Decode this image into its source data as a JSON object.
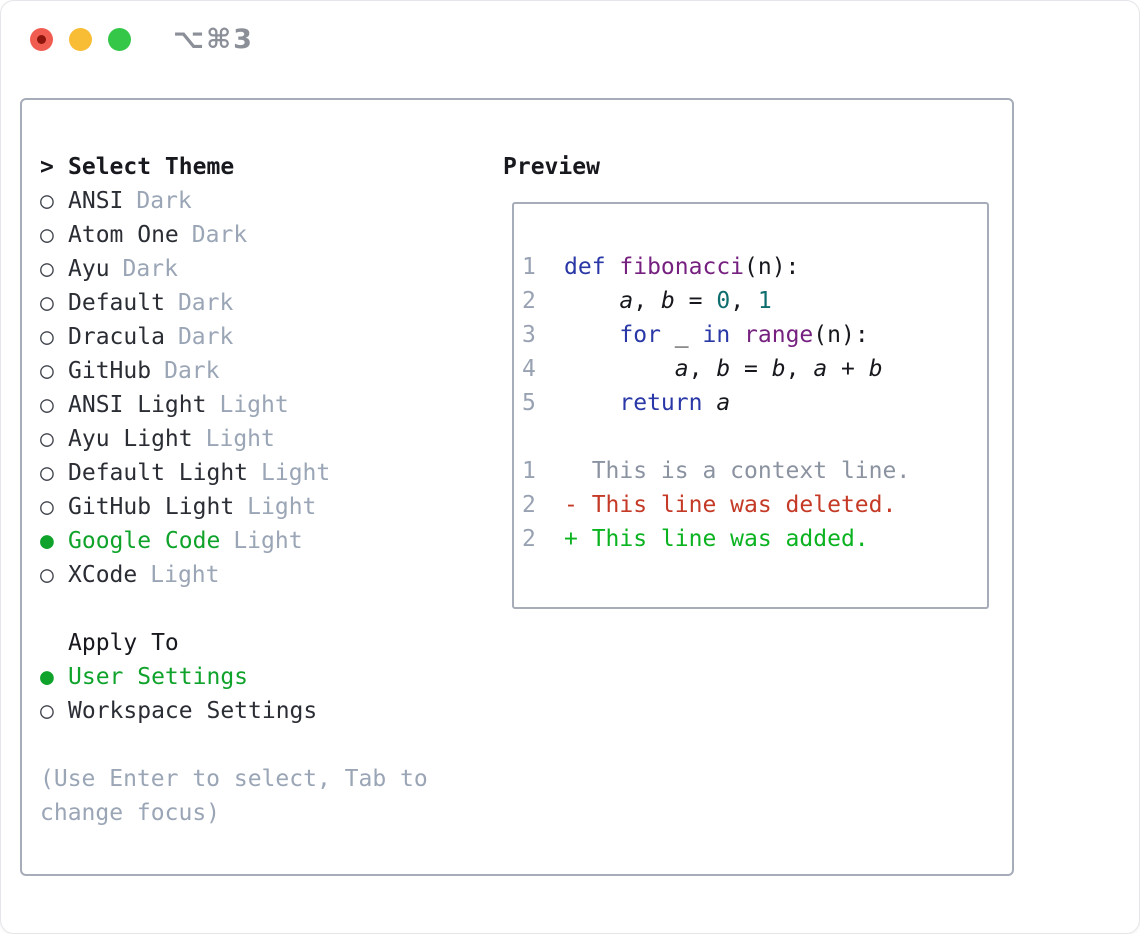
{
  "window": {
    "title": "⌥⌘3",
    "traffic_lights": {
      "close": "close",
      "minimize": "minimize",
      "zoom": "zoom"
    }
  },
  "colors": {
    "accent_green": "#0fa32b",
    "diff_green": "#0bb321",
    "diff_red": "#c43a26",
    "kw": "#2938a6",
    "fn": "#76217f",
    "lit": "#0e6e6e",
    "plain": "#16181d",
    "num": "#98a2b3",
    "ctx": "#8b93a1",
    "muted": "#9aa5b6",
    "dark": "#2a2d34",
    "header": "#17191e",
    "border": "#a6acb8",
    "title_gray": "#8b8f98",
    "tl_red": "#f15c50",
    "tl_red_dot": "#8e150c",
    "tl_yellow": "#f8bc35",
    "tl_green": "#35c748"
  },
  "theme_picker": {
    "prompt": ">",
    "title": "Select Theme",
    "themes": [
      {
        "bullet": "○",
        "label": "ANSI",
        "variant": "Dark",
        "selected": false
      },
      {
        "bullet": "○",
        "label": "Atom One",
        "variant": "Dark",
        "selected": false
      },
      {
        "bullet": "○",
        "label": "Ayu",
        "variant": "Dark",
        "selected": false
      },
      {
        "bullet": "○",
        "label": "Default",
        "variant": "Dark",
        "selected": false
      },
      {
        "bullet": "○",
        "label": "Dracula",
        "variant": "Dark",
        "selected": false
      },
      {
        "bullet": "○",
        "label": "GitHub",
        "variant": "Dark",
        "selected": false
      },
      {
        "bullet": "○",
        "label": "ANSI Light",
        "variant": "Light",
        "selected": false
      },
      {
        "bullet": "○",
        "label": "Ayu Light",
        "variant": "Light",
        "selected": false
      },
      {
        "bullet": "○",
        "label": "Default Light",
        "variant": "Light",
        "selected": false
      },
      {
        "bullet": "○",
        "label": "GitHub Light",
        "variant": "Light",
        "selected": false
      },
      {
        "bullet": "●",
        "label": "Google Code",
        "variant": "Light",
        "selected": true
      },
      {
        "bullet": "○",
        "label": "XCode",
        "variant": "Light",
        "selected": false
      }
    ],
    "apply_to": {
      "title": "Apply To",
      "options": [
        {
          "bullet": "●",
          "label": "User Settings",
          "selected": true
        },
        {
          "bullet": "○",
          "label": "Workspace Settings",
          "selected": false
        }
      ]
    },
    "hint_lines": [
      "(Use Enter to select, Tab to",
      "change focus)"
    ]
  },
  "preview": {
    "title": "Preview",
    "code_lines": [
      {
        "num": "1",
        "tokens": [
          {
            "t": "def ",
            "c": "kw"
          },
          {
            "t": "fibonacci",
            "c": "fn"
          },
          {
            "t": "(n):",
            "c": "plain"
          }
        ]
      },
      {
        "num": "2",
        "tokens": [
          {
            "t": "    ",
            "c": "plain"
          },
          {
            "t": "a",
            "c": "var"
          },
          {
            "t": ", ",
            "c": "plain"
          },
          {
            "t": "b",
            "c": "var"
          },
          {
            "t": " = ",
            "c": "plain"
          },
          {
            "t": "0",
            "c": "lit"
          },
          {
            "t": ", ",
            "c": "plain"
          },
          {
            "t": "1",
            "c": "lit"
          }
        ]
      },
      {
        "num": "3",
        "tokens": [
          {
            "t": "    ",
            "c": "plain"
          },
          {
            "t": "for",
            "c": "kw"
          },
          {
            "t": " _ ",
            "c": "plain"
          },
          {
            "t": "in",
            "c": "kw"
          },
          {
            "t": " ",
            "c": "plain"
          },
          {
            "t": "range",
            "c": "fn"
          },
          {
            "t": "(n):",
            "c": "plain"
          }
        ]
      },
      {
        "num": "4",
        "tokens": [
          {
            "t": "        ",
            "c": "plain"
          },
          {
            "t": "a",
            "c": "var"
          },
          {
            "t": ", ",
            "c": "plain"
          },
          {
            "t": "b",
            "c": "var"
          },
          {
            "t": " = ",
            "c": "plain"
          },
          {
            "t": "b",
            "c": "var"
          },
          {
            "t": ", ",
            "c": "plain"
          },
          {
            "t": "a",
            "c": "var"
          },
          {
            "t": " + ",
            "c": "plain"
          },
          {
            "t": "b",
            "c": "var"
          }
        ]
      },
      {
        "num": "5",
        "tokens": [
          {
            "t": "    ",
            "c": "plain"
          },
          {
            "t": "return",
            "c": "kw"
          },
          {
            "t": " ",
            "c": "plain"
          },
          {
            "t": "a",
            "c": "var"
          }
        ]
      }
    ],
    "diff_lines": [
      {
        "num": "1",
        "tokens": [
          {
            "t": "  This is a context line.",
            "c": "ctx"
          }
        ]
      },
      {
        "num": "2",
        "tokens": [
          {
            "t": "- This line was deleted.",
            "c": "del"
          }
        ]
      },
      {
        "num": "2",
        "tokens": [
          {
            "t": "+ This line was added.",
            "c": "add"
          }
        ]
      }
    ]
  }
}
